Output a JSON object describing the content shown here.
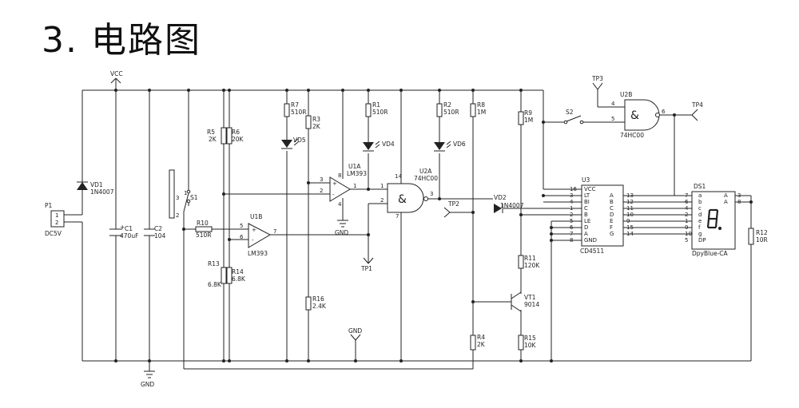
{
  "title": "3. 电路图",
  "labels": {
    "vcc": "VCC",
    "gnd1": "GND",
    "gnd2": "GND",
    "gnd3": "GND",
    "p1": "P1",
    "p1_pin1": "1",
    "p1_pin2": "2",
    "p1_val": "DC5V",
    "vd1": "VD1",
    "vd1_val": "1N4007",
    "c1": "C1",
    "c1_val": "470uF",
    "c2": "C2",
    "c2_val": "104",
    "s1": "S1",
    "s1_p1": "1",
    "s1_p2": "2",
    "s1_p3": "3",
    "r5": "R5",
    "r5_val": "2K",
    "r6": "R6",
    "r6_val": "20K",
    "r10": "R10",
    "r10_val": "510R",
    "r13": "R13",
    "r13_val": "6.8K",
    "r14": "R14",
    "r14_val": "6.8K",
    "u1b": "U1B",
    "u1b_val": "LM393",
    "u1b_p5": "5",
    "u1b_p6": "6",
    "u1b_p7": "7",
    "r7": "R7",
    "r7_val": "510R",
    "vd5": "VD5",
    "r3": "R3",
    "r3_val": "2K",
    "r16": "R16",
    "r16_val": "2.4K",
    "u1a": "U1A",
    "u1a_val": "LM393",
    "u1a_p1": "1",
    "u1a_p2": "2",
    "u1a_p3": "3",
    "u1a_p4": "4",
    "u1a_p8": "8",
    "r1": "R1",
    "r1_val": "510R",
    "vd4": "VD4",
    "tp1": "TP1",
    "u2a": "U2A",
    "u2a_val": "74HC00",
    "u2a_p1": "1",
    "u2a_p2": "2",
    "u2a_p3": "3",
    "u2a_p7": "7",
    "u2a_p14": "14",
    "r2": "R2",
    "r2_val": "510R",
    "vd6": "VD6",
    "r8": "R8",
    "r8_val": "1M",
    "r4": "R4",
    "r4_val": "2K",
    "tp2": "TP2",
    "vd2": "VD2",
    "vd2_val": "1N4007",
    "r9": "R9",
    "r9_val": "1M",
    "r11": "R11",
    "r11_val": "120K",
    "vt1": "VT1",
    "vt1_val": "9014",
    "r15": "R15",
    "r15_val": "10K",
    "tp3": "TP3",
    "s2": "S2",
    "u2b": "U2B",
    "u2b_val": "74HC00",
    "u2b_p4": "4",
    "u2b_p5": "5",
    "u2b_p6": "6",
    "tp4": "TP4",
    "u3": "U3",
    "u3_val": "CD4511",
    "ds1": "DS1",
    "ds1_val": "DpyBlue-CA",
    "r12": "R12",
    "r12_val": "10R",
    "amp": "&",
    "plus": "+",
    "minus": "-",
    "cap_plus": "+"
  },
  "u3_left_pins": [
    {
      "num": "16",
      "name": "VCC"
    },
    {
      "num": "3",
      "name": "LT"
    },
    {
      "num": "4",
      "name": "BI"
    },
    {
      "num": "1",
      "name": "C"
    },
    {
      "num": "2",
      "name": "B"
    },
    {
      "num": "5",
      "name": "LE"
    },
    {
      "num": "6",
      "name": "D"
    },
    {
      "num": "7",
      "name": "A"
    },
    {
      "num": "8",
      "name": "GND"
    }
  ],
  "u3_right_pins": [
    {
      "num": "13",
      "name": "A"
    },
    {
      "num": "12",
      "name": "B"
    },
    {
      "num": "11",
      "name": "C"
    },
    {
      "num": "10",
      "name": "D"
    },
    {
      "num": "9",
      "name": "E"
    },
    {
      "num": "15",
      "name": "F"
    },
    {
      "num": "14",
      "name": "G"
    }
  ],
  "ds1_left_pins": [
    {
      "num": "7",
      "name": "a"
    },
    {
      "num": "6",
      "name": "b"
    },
    {
      "num": "4",
      "name": "c"
    },
    {
      "num": "2",
      "name": "d"
    },
    {
      "num": "1",
      "name": "e"
    },
    {
      "num": "9",
      "name": "f"
    },
    {
      "num": "10",
      "name": "g"
    },
    {
      "num": "5",
      "name": "DP"
    }
  ],
  "ds1_right_pins": [
    {
      "num": "3",
      "name": "A"
    },
    {
      "num": "8",
      "name": "A"
    }
  ]
}
